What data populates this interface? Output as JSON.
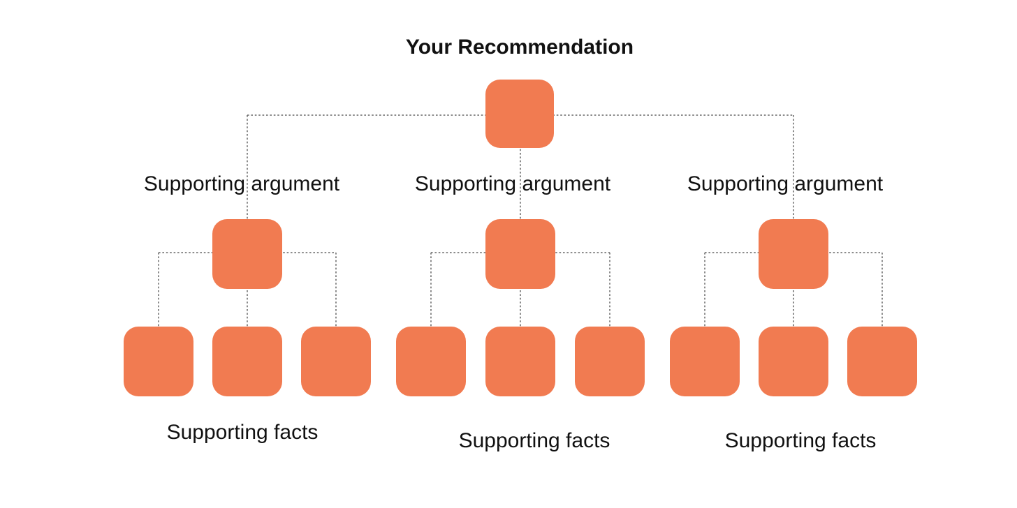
{
  "title": "Your Recommendation",
  "colors": {
    "node_fill": "#F17B51",
    "connector": "#666666",
    "text": "#111111",
    "background": "#FFFFFF"
  },
  "diagram": {
    "type": "pyramid-principle-tree",
    "levels": [
      "recommendation",
      "supporting arguments",
      "supporting facts"
    ],
    "root": {
      "node_shape": "rounded-square",
      "label": "Your Recommendation"
    },
    "branches": [
      {
        "argument_label": "Supporting argument",
        "facts_label": "Supporting facts",
        "fact_nodes": 3
      },
      {
        "argument_label": "Supporting argument",
        "facts_label": "Supporting facts",
        "fact_nodes": 3
      },
      {
        "argument_label": "Supporting argument",
        "facts_label": "Supporting facts",
        "fact_nodes": 3
      }
    ]
  }
}
